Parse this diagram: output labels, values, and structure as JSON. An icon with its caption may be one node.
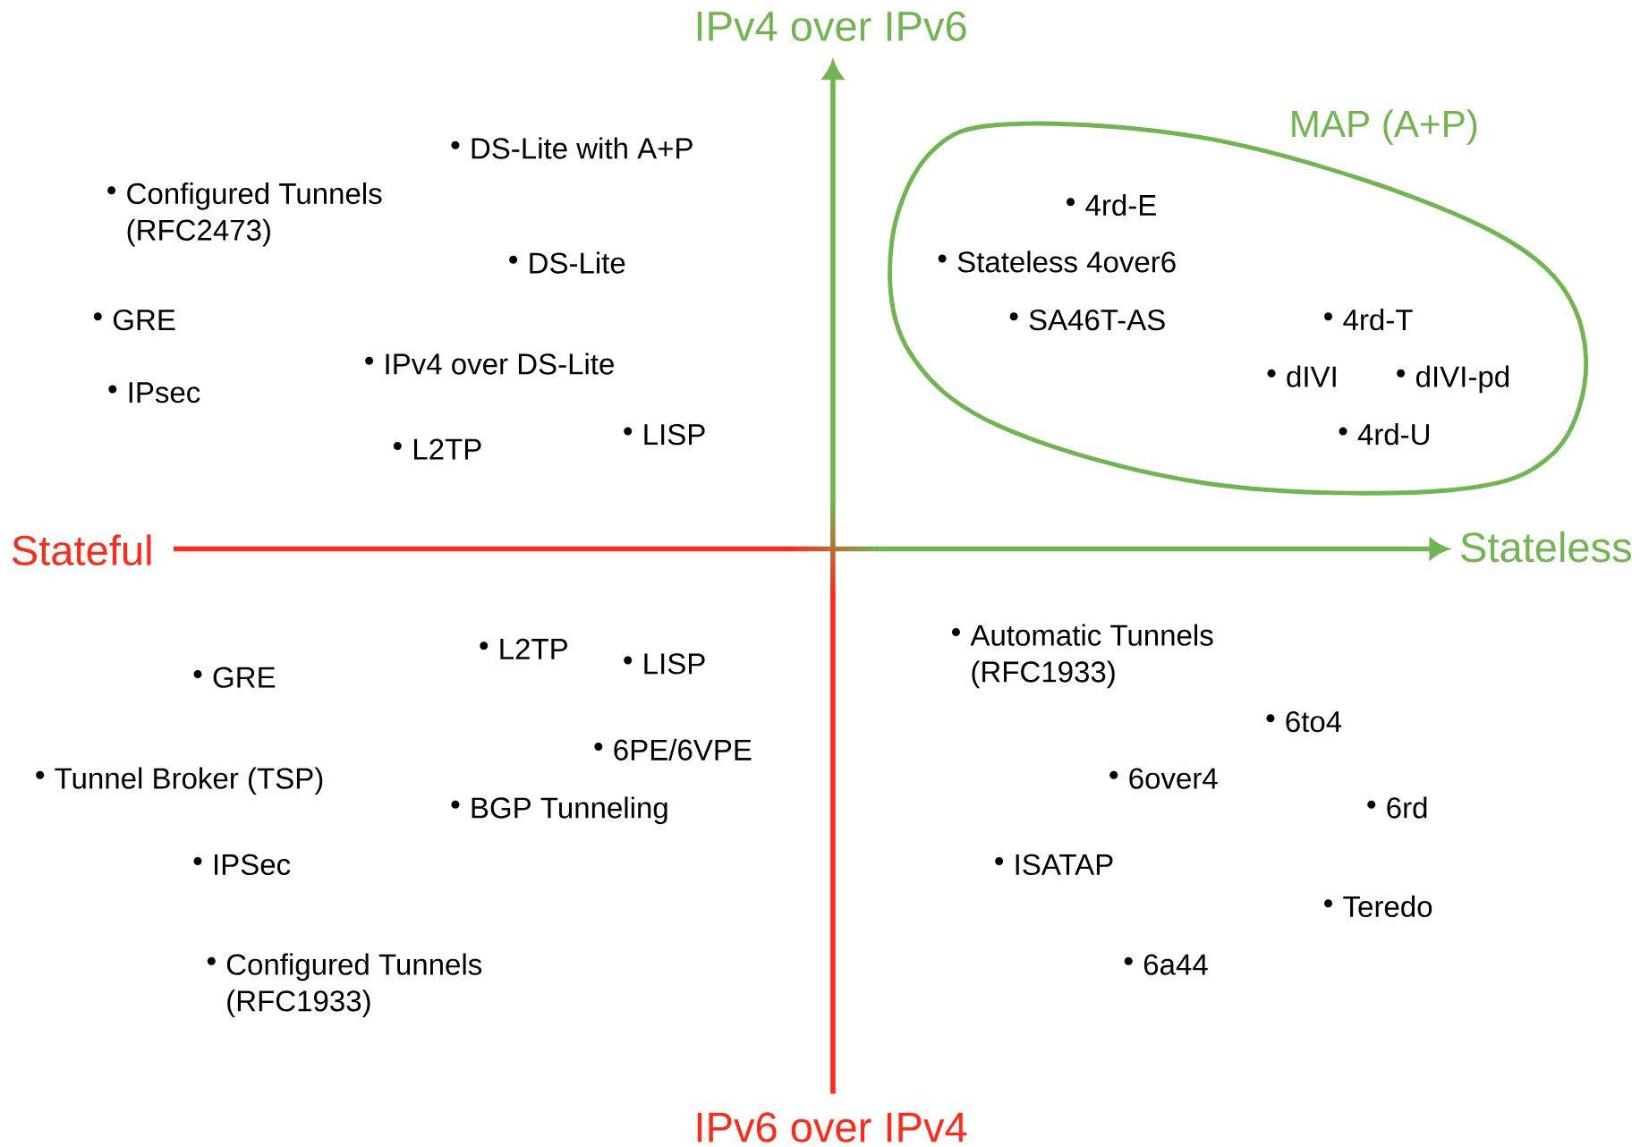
{
  "diagram": {
    "nodes": [
      {
        "text": [
          "MAP (A+P)",
          "4rd-E",
          "Stateless 4over6",
          "SA46T-AS",
          "4rd-T",
          "dIVI",
          "dIVI-pd",
          "4rd-U"
        ]
      }
    ],
    "labels": [
      "IPv4 over IPv6",
      "DS-Lite with A+P",
      "Configured Tunnels (RFC2473)",
      "DS-Lite",
      "GRE",
      "IPv4 over DS-Lite",
      "IPsec",
      "LISP",
      "L2TP",
      "Stateful",
      "Stateless",
      "Automatic Tunnels (RFC1933)",
      "L2TP",
      "LISP",
      "GRE",
      "6to4",
      "6PE/6VPE",
      "Tunnel Broker (TSP)",
      "6over4",
      "BGP Tunneling",
      "6rd",
      "IPSec",
      "ISATAP",
      "Teredo",
      "Configured Tunnels (RFC1933)",
      "6a44",
      "IPv6 over IPv4"
    ]
  }
}
